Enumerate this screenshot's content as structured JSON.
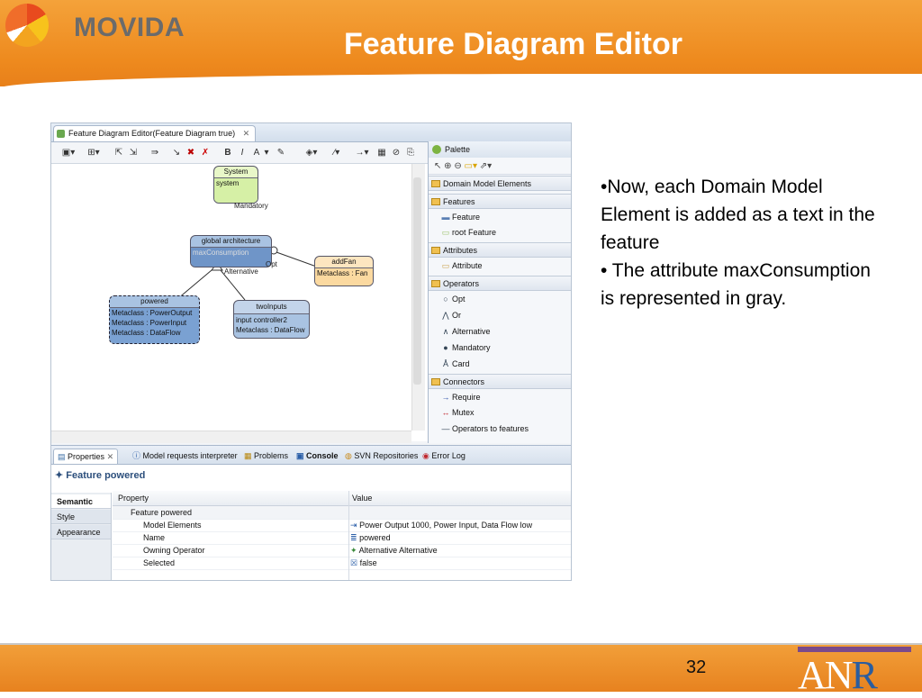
{
  "slide": {
    "logo_text": "MOVIDA",
    "title": "Feature Diagram Editor",
    "page_number": "32",
    "anr_logo": "ANR",
    "colors": {
      "header": "#ee8a1e",
      "title_text": "#ffffff"
    }
  },
  "bullets": [
    "•Now, each Domain Model Element is added as a text in the feature",
    "• The attribute maxConsumption is represented in gray."
  ],
  "editor": {
    "tab_title": "Feature Diagram Editor(Feature Diagram true)",
    "toolbar": {
      "bold": "B",
      "italic": "I",
      "font": "A"
    },
    "diagram": {
      "system": {
        "title": "System",
        "body": "system"
      },
      "global": {
        "title": "global architecture",
        "attr": "maxConsumption"
      },
      "addfan": {
        "title": "addFan",
        "body": "Metaclass : Fan"
      },
      "powered": {
        "title": "powered",
        "body": [
          "Metaclass : PowerOutput",
          "Metaclass : PowerInput",
          "Metaclass : DataFlow"
        ]
      },
      "twoinputs": {
        "title": "twoInputs",
        "body": [
          "input controller2",
          "Metaclass : DataFlow"
        ]
      },
      "labels": {
        "mandatory": "Mandatory",
        "opt": "Opt",
        "alternative": "Alternative"
      }
    },
    "palette": {
      "title": "Palette",
      "drawers": {
        "domain": "Domain Model Elements",
        "features": "Features",
        "attributes": "Attributes",
        "operators": "Operators",
        "connectors": "Connectors"
      },
      "items": {
        "feature": "Feature",
        "root_feature": "root Feature",
        "attribute": "Attribute",
        "opt": "Opt",
        "or": "Or",
        "alternative": "Alternative",
        "mandatory": "Mandatory",
        "card": "Card",
        "require": "Require",
        "mutex": "Mutex",
        "operators_to_features": "Operators to features"
      }
    }
  },
  "views": {
    "tabs": [
      "Properties",
      "Model requests interpreter",
      "Problems",
      "Console",
      "SVN Repositories",
      "Error Log"
    ],
    "properties_title": "Feature powered",
    "prop_tabs": [
      "Semantic",
      "Style",
      "Appearance"
    ],
    "columns": [
      "Property",
      "Value"
    ],
    "group": "Feature powered",
    "rows": [
      {
        "name": "Model Elements",
        "value": "Power Output 1000, Power Input, Data Flow low"
      },
      {
        "name": "Name",
        "value": "powered"
      },
      {
        "name": "Owning Operator",
        "value": "Alternative Alternative"
      },
      {
        "name": "Selected",
        "value": "false"
      }
    ]
  }
}
